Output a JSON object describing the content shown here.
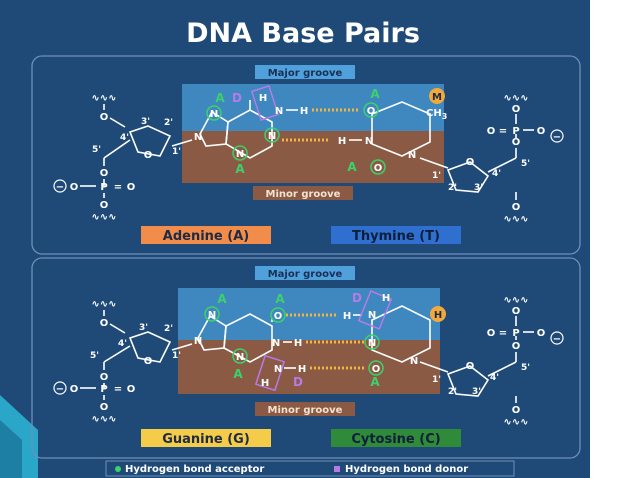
{
  "title": "DNA Base Pairs",
  "colors": {
    "page_bg": "#ffffff",
    "slide_bg": "#1f4a78",
    "panel_border": "#6f8fb7",
    "major_groove": "#3e87bf",
    "minor_groove": "#8a5a44",
    "hbond": "#f2b43c",
    "acceptor": "#3dd16b",
    "donor": "#b77be8",
    "adenine": "#f28c4a",
    "thymine": "#2f6fd0",
    "guanine": "#f4cc4a",
    "cytosine": "#2f8a3a",
    "methyl_badge": "#f2a93c",
    "accent_teal": "#2aa6c9"
  },
  "panel_top": {
    "major_groove": "Major groove",
    "minor_groove": "Minor groove",
    "base_left": "Adenine (A)",
    "base_right": "Thymine (T)",
    "methyl_tag": "M",
    "ch3": "CH",
    "ch3_sub": "3",
    "tags": {
      "a": "A",
      "d": "D"
    },
    "atoms": {
      "h": "H",
      "n": "N",
      "o": "O"
    },
    "primes": {
      "p1": "1'",
      "p2": "2'",
      "p3": "3'",
      "p4": "4'",
      "p5": "5'"
    },
    "phosphate": {
      "p": "P",
      "o": "O",
      "eq": "=",
      "minus": "−",
      "wave": "∿∿∿"
    }
  },
  "panel_bottom": {
    "major_groove": "Major groove",
    "minor_groove": "Minor groove",
    "base_left": "Guanine (G)",
    "base_right": "Cytosine (C)",
    "h_tag": "H",
    "tags": {
      "a": "A",
      "d": "D"
    },
    "atoms": {
      "h": "H",
      "n": "N",
      "o": "O"
    },
    "primes": {
      "p1": "1'",
      "p2": "2'",
      "p3": "3'",
      "p4": "4'",
      "p5": "5'"
    },
    "phosphate": {
      "p": "P",
      "o": "O",
      "eq": "=",
      "minus": "−",
      "wave": "∿∿∿"
    }
  },
  "legend": {
    "acceptor": "Hydrogen bond acceptor",
    "donor": "Hydrogen bond donor"
  }
}
